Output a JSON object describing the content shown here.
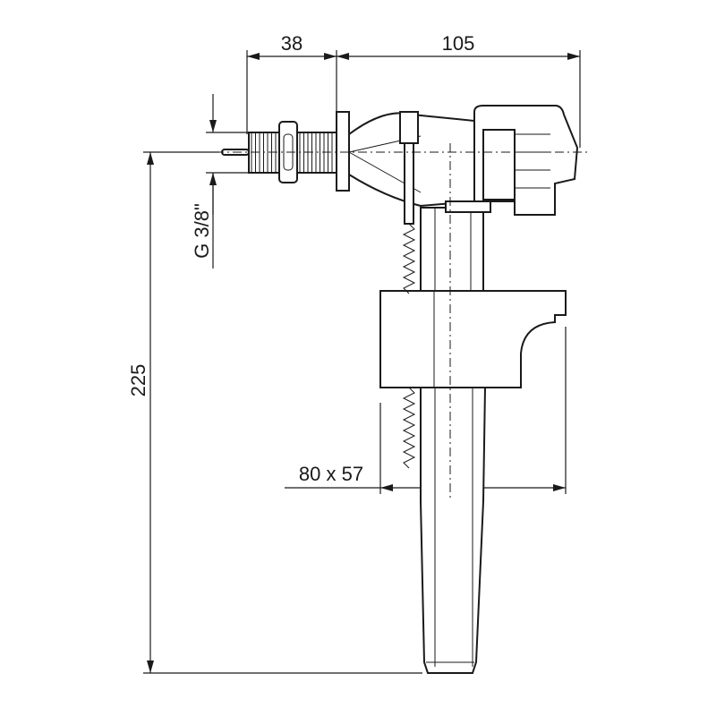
{
  "drawing": {
    "dimensions": {
      "inlet_offset": "38",
      "valve_length": "105",
      "thread_size": "G 3/8\"",
      "total_height": "225",
      "float_size": "80 x 57"
    }
  }
}
